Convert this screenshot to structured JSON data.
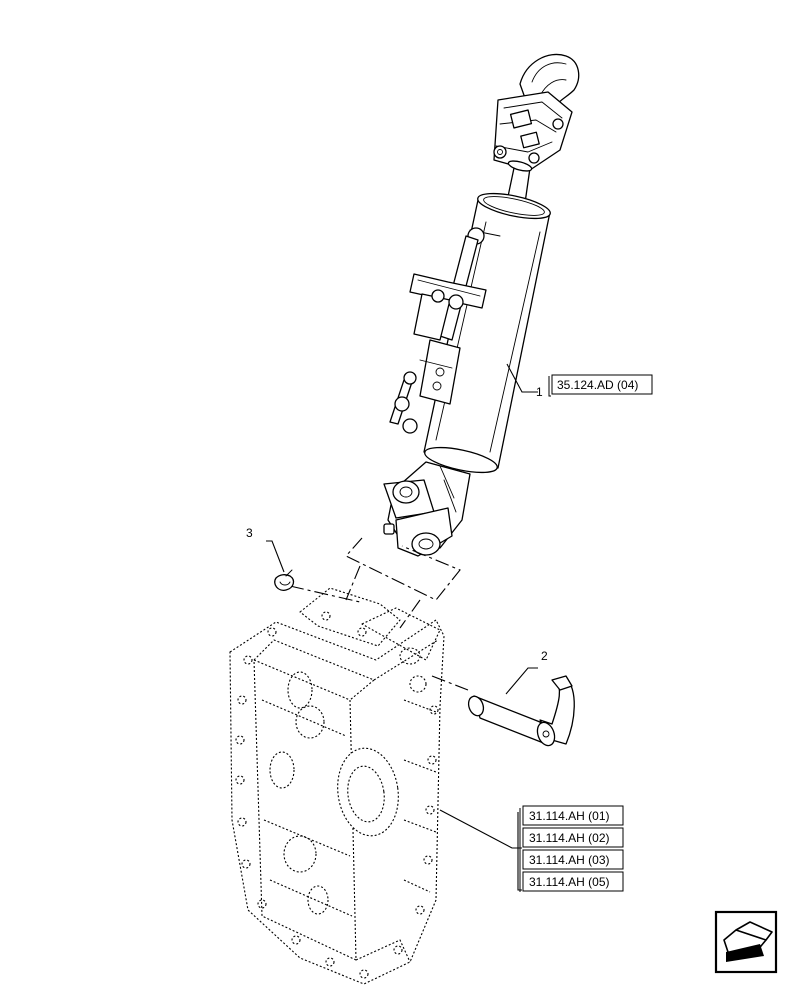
{
  "callouts": {
    "item_1": "1",
    "item_2": "2",
    "item_3": "3"
  },
  "references": {
    "cylinder_ref": "35.124.AD (04)",
    "housing_refs": [
      "31.114.AH (01)",
      "31.114.AH (02)",
      "31.114.AH (03)",
      "31.114.AH (05)"
    ]
  },
  "icons": {
    "navigation": "arrow-back-icon"
  }
}
